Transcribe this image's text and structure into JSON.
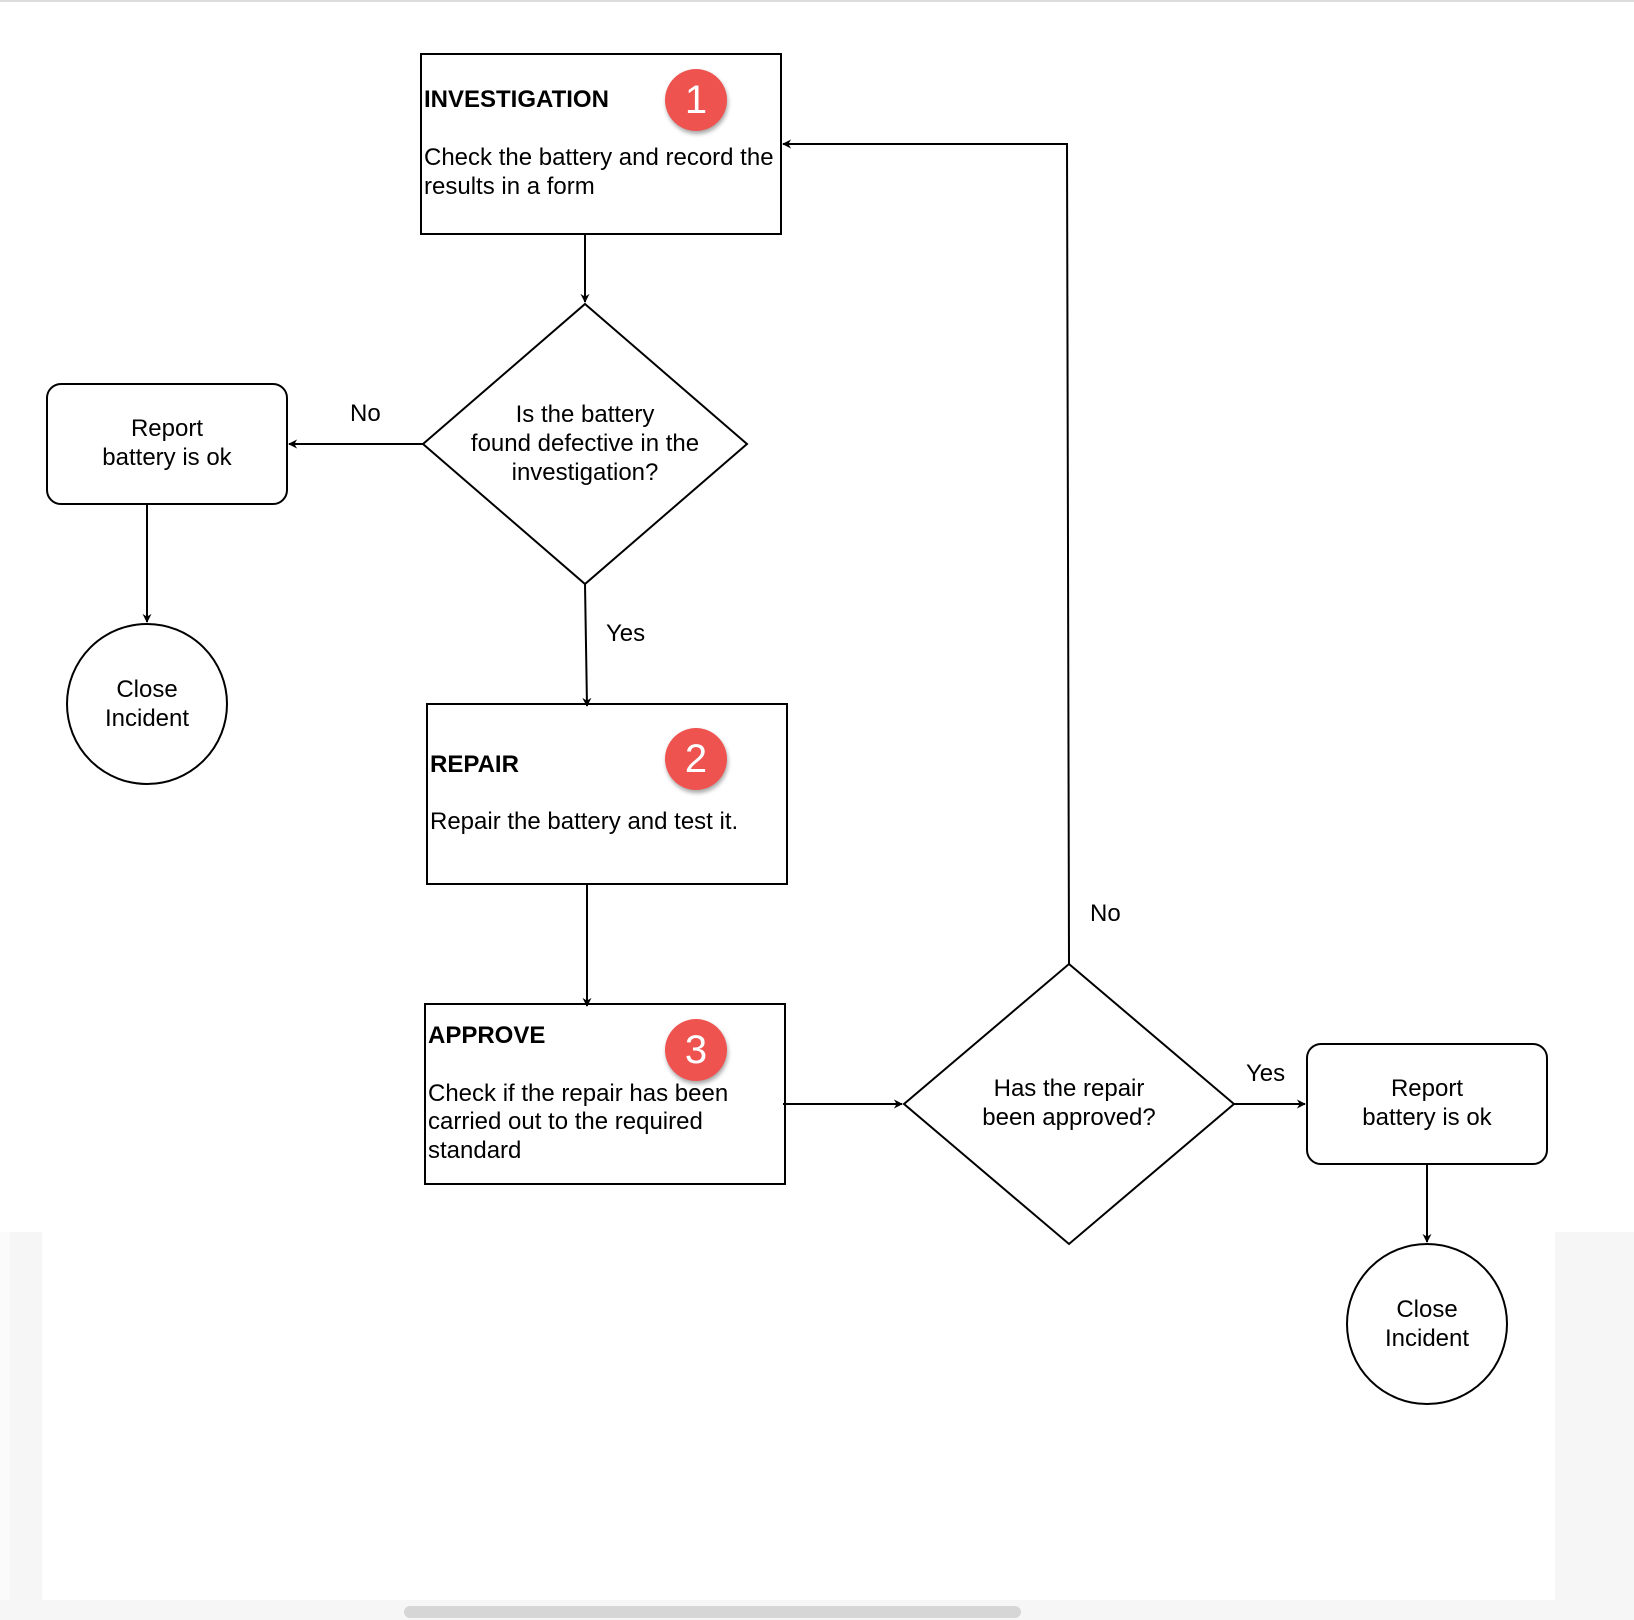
{
  "colors": {
    "badge": "#ef5350",
    "stroke": "#000000",
    "canvas": "#ffffff",
    "panel": "#f6f6f6",
    "scrollbar": "#d6d6d6"
  },
  "steps": {
    "investigation": {
      "badge": "1",
      "title": "INVESTIGATION",
      "line1": "Check the battery and record the",
      "line2": "results in a form"
    },
    "repair": {
      "badge": "2",
      "title": "REPAIR",
      "line1": "Repair the battery and test it."
    },
    "approve": {
      "badge": "3",
      "title": "APPROVE",
      "line1": "Check if the repair has been",
      "line2": "carried out to the required",
      "line3": "standard"
    }
  },
  "decisions": {
    "defective": "Is the battery\nfound defective in the\ninvestigation?",
    "approved": "Has the repair\nbeen approved?"
  },
  "outcomes": {
    "report_left": "Report\nbattery is ok",
    "close_left": "Close\nIncident",
    "report_right": "Report\nbattery is ok",
    "close_right": "Close\nIncident"
  },
  "edge_labels": {
    "defective_no": "No",
    "defective_yes": "Yes",
    "approved_no": "No",
    "approved_yes": "Yes"
  }
}
